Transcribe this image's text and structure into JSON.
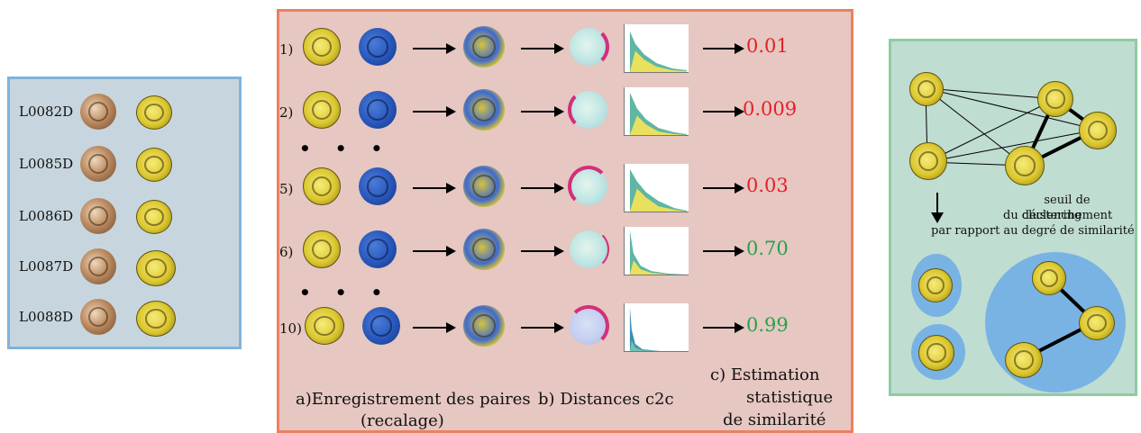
{
  "left_panel": {
    "labels": [
      "L0082D",
      "L0085D",
      "L0086D",
      "L0087D",
      "L0088D"
    ]
  },
  "middle_panel": {
    "rows": [
      {
        "index": "1)",
        "score": "0.01",
        "score_color": "#e4202a"
      },
      {
        "index": "2)",
        "score": "0.009",
        "score_color": "#e4202a"
      },
      {
        "index": "5)",
        "score": "0.03",
        "score_color": "#e4202a"
      },
      {
        "index": "6)",
        "score": "0.70",
        "score_color": "#2aa04a"
      },
      {
        "index": "10)",
        "score": "0.99",
        "score_color": "#2aa04a"
      }
    ],
    "ellipsis": "• • •",
    "captions": {
      "a_line1": "a)Enregistrement des paires",
      "a_line2": "(recalage)",
      "b": "b) Distances c2c",
      "c_line1": "c) Estimation",
      "c_line2": "statistique",
      "c_line3": "de similarité"
    }
  },
  "right_panel": {
    "text_line1": "seuil de déclenchement",
    "text_line2": "du clustering",
    "text_line3": "par rapport au degré de similarité"
  },
  "colors": {
    "left_bg": "#c7d6de",
    "mid_bg": "#e6c7c1",
    "right_bg": "#bfddd1",
    "score_red": "#e4202a",
    "score_green": "#2aa04a",
    "cluster_blue": "#79b3e3"
  }
}
